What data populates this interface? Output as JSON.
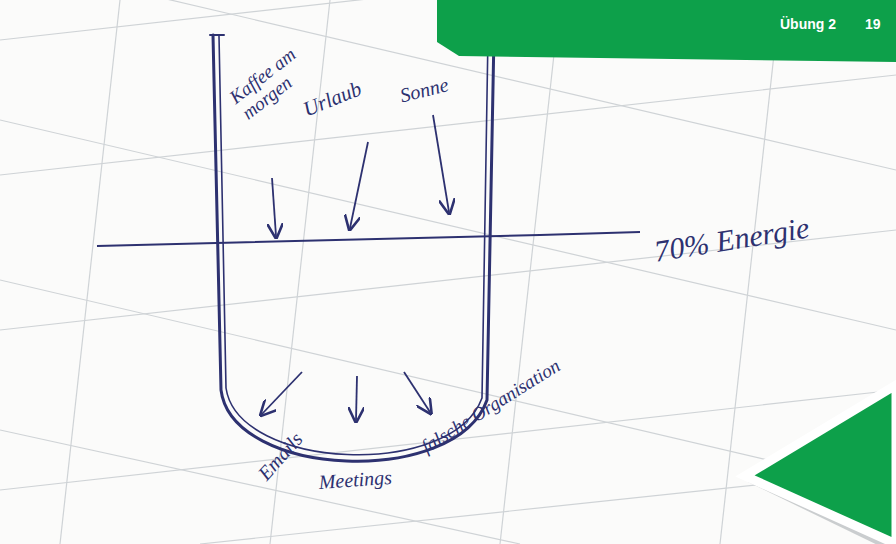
{
  "diagram": {
    "nodes": [
      {
        "text": [
          "Übung 2",
          "19"
        ]
      }
    ],
    "labels": [
      "Kaffee am morgen",
      "Urlaub",
      "Sonne",
      "70% Energie",
      "Emails",
      "Meetings",
      "falsche Organisation"
    ]
  }
}
